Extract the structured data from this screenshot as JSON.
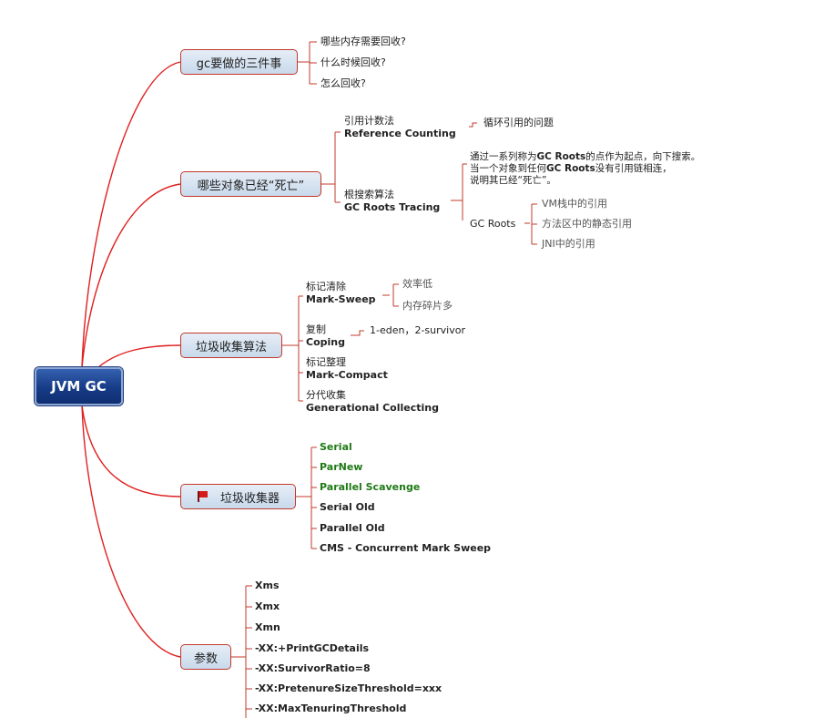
{
  "root": {
    "label": "JVM GC"
  },
  "branches": {
    "b1": {
      "label": "gc要做的三件事",
      "items": [
        "哪些内存需要回收?",
        "什么时候回收?",
        "怎么回收?"
      ]
    },
    "b2": {
      "label": "哪些对象已经“死亡”",
      "refcount_cn": "引用计数法",
      "refcount_en": "Reference Counting",
      "refcount_note": "循环引用的问题",
      "tracing_cn": "根搜索算法",
      "tracing_en": "GC Roots Tracing",
      "tracing_desc": [
        {
          "a": "通过一系列称为",
          "b": "GC Roots",
          "c": "的点作为起点，向下搜索。"
        },
        {
          "a": "当一个对象到任何",
          "b": "GC Roots",
          "c": "没有引用链相连，"
        },
        {
          "a": "说明其已经“死亡”。",
          "b": "",
          "c": ""
        }
      ],
      "gcroots_label": "GC Roots",
      "gcroots_items": [
        "VM栈中的引用",
        "方法区中的静态引用",
        "JNI中的引用"
      ]
    },
    "b3": {
      "label": "垃圾收集算法",
      "ms_cn": "标记清除",
      "ms_en": "Mark-Sweep",
      "ms_notes": [
        "效率低",
        "内存碎片多"
      ],
      "cp_cn": "复制",
      "cp_en": "Coping",
      "cp_note": "1-eden，2-survivor",
      "mc_cn": "标记整理",
      "mc_en": "Mark-Compact",
      "gen_cn": "分代收集",
      "gen_en": "Generational Collecting"
    },
    "b4": {
      "label": "垃圾收集器",
      "items": [
        {
          "text": "Serial",
          "green": true
        },
        {
          "text": "ParNew",
          "green": true
        },
        {
          "text": "Parallel Scavenge",
          "green": true
        },
        {
          "text": "Serial Old",
          "green": false
        },
        {
          "text": "Parallel Old",
          "green": false
        },
        {
          "text": "CMS - Concurrent Mark Sweep",
          "green": false
        }
      ]
    },
    "b5": {
      "label": "参数",
      "items": [
        "Xms",
        "Xmx",
        "Xmn",
        "-XX:+PrintGCDetails",
        "-XX:SurvivorRatio=8",
        "-XX:PretenureSizeThreshold=xxx",
        "-XX:MaxTenuringThreshold"
      ]
    }
  },
  "colors": {
    "line": "#e02020",
    "connector": "#c0392b",
    "green_text": "#1f7a16",
    "root_fill": "#1d4491"
  },
  "icons": {
    "collector_branch": "red-flag-icon"
  }
}
